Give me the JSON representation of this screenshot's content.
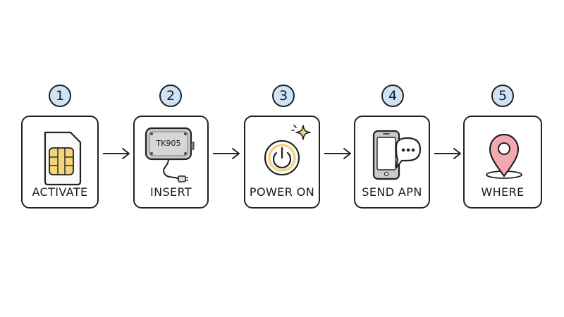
{
  "steps": [
    {
      "number": "1",
      "label": "ACTIVATE",
      "icon": "sim-card-icon"
    },
    {
      "number": "2",
      "label": "INSERT",
      "icon": "gps-tracker-device-icon",
      "device_text": "TK905"
    },
    {
      "number": "3",
      "label": "POWER ON",
      "icon": "power-button-icon"
    },
    {
      "number": "4",
      "label": "SEND APN",
      "icon": "phone-message-icon"
    },
    {
      "number": "5",
      "label": "WHERE",
      "icon": "location-pin-icon"
    }
  ],
  "colors": {
    "badge_fill": "#cfe3f7",
    "outline": "#222222",
    "sim_chip": "#f3d57c",
    "power_ring": "#f3d57c",
    "pin": "#f4a9b0",
    "device_body": "#c9c9c9"
  }
}
